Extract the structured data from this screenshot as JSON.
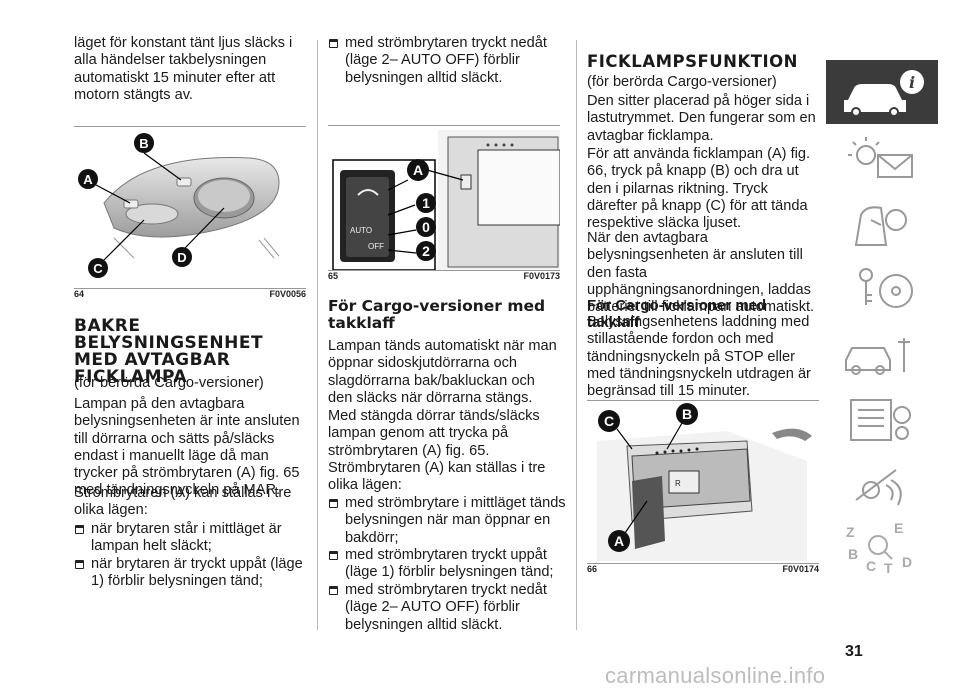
{
  "col1": {
    "intro": "läget för konstant tänt ljus släcks i alla händelser takbelysningen automatiskt 15 minuter efter att motorn stängts av.",
    "fig64": {
      "number": "64",
      "code": "F0V0056",
      "labels": {
        "a": "A",
        "b": "B",
        "c": "C",
        "d": "D"
      }
    },
    "heading": "BAKRE BELYSNINGSENHET MED AVTAGBAR FICKLAMPA",
    "p1": "(för berörda Cargo-versioner)",
    "p2": "Lampan på den avtagbara belysningsenheten är inte ansluten till dörrarna och sätts på/släcks endast i manuellt läge då man trycker på strömbrytaren (A) fig. 65 med tändningsnyckeln på MAR.",
    "p3": "Strömbrytaren (A) kan ställas i tre olika lägen:",
    "b1": "när brytaren står i mittläget är lampan helt släckt;",
    "b2": "när brytaren är tryckt uppåt (läge 1) förblir belysningen tänd;"
  },
  "col2": {
    "b3": "med strömbrytaren tryckt nedåt (läge 2– AUTO OFF) förblir belysningen alltid släckt.",
    "fig65": {
      "number": "65",
      "code": "F0V0173",
      "labels": {
        "a": "A",
        "one": "1",
        "zero": "0",
        "two": "2",
        "auto": "AUTO",
        "off": "OFF"
      }
    },
    "heading": "För Cargo-versioner med takklaff",
    "p1": "Lampan tänds automatiskt när man öppnar sidoskjutdörrarna och slagdörrarna bak/bakluckan och den släcks när dörrarna stängs.",
    "p2": "Med stängda dörrar tänds/släcks lampan genom att trycka på strömbrytaren (A) fig. 65.",
    "p3": "Strömbrytaren (A) kan ställas i tre olika lägen:",
    "b1": "med strömbrytare i mittläget tänds belysningen när man öppnar en bakdörr;",
    "b2": "med strömbrytaren tryckt uppåt (läge 1) förblir belysningen tänd;"
  },
  "col3": {
    "heading": "FICKLAMPSFUNKTION",
    "p1": "(för berörda Cargo-versioner)",
    "p2": "Den sitter placerad på höger sida i lastutrymmet. Den fungerar som en avtagbar ficklampa.",
    "p3": "För att använda ficklampan (A) fig. 66, tryck på knapp (B) och dra ut den i pilarnas riktning. Tryck därefter på knapp (C) för att tända respektive släcka ljuset.",
    "p4": "När den avtagbara belysningsenheten är ansluten till den fasta upphängningsanordningen, laddas batteriet till ficklampan automatiskt.",
    "subheading": "För Cargo-versioner med takklaff",
    "p5": "Belysningsenhetens laddning med stillastående fordon och med tändningsnyckeln på STOP eller med tändningsnyckeln utdragen är begränsad till 15 minuter.",
    "fig66": {
      "number": "66",
      "code": "F0V0174",
      "labels": {
        "a": "A",
        "b": "B",
        "c": "C"
      }
    }
  },
  "sidebar": {
    "icons": [
      "car-info-icon",
      "warning-lights-icon",
      "airbag-safety-icon",
      "steering-wheel-key-icon",
      "car-service-icon",
      "technical-data-icon",
      "multimedia-icon",
      "index-icon"
    ],
    "alphabet": {
      "z": "Z",
      "e": "E",
      "b": "B",
      "c": "C",
      "t": "T",
      "d": "D"
    }
  },
  "page_number": "31",
  "watermark": "carmanualsonline.info"
}
